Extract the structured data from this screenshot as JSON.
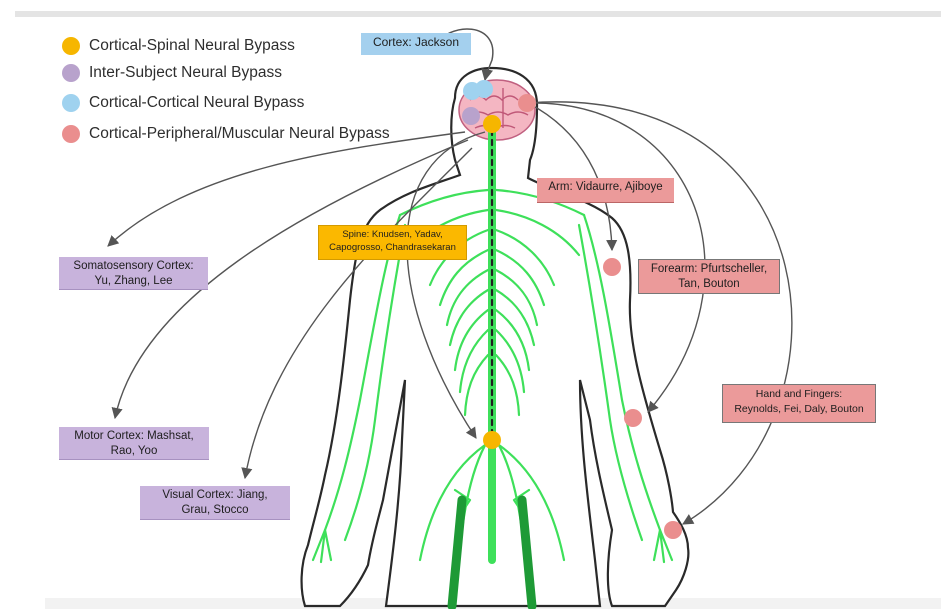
{
  "legend": [
    {
      "label": "Cortical-Spinal Neural Bypass",
      "color": "#f6b600"
    },
    {
      "label": "Inter-Subject Neural Bypass",
      "color": "#b8a2cc"
    },
    {
      "label": "Cortical-Cortical Neural Bypass",
      "color": "#9fd2ef"
    },
    {
      "label": "Cortical-Peripheral/Muscular Neural Bypass",
      "color": "#ea8e8e"
    }
  ],
  "labels": {
    "cortex": "Cortex: Jackson",
    "somatosensory": {
      "line1": "Somatosensory Cortex:",
      "line2": "Yu, Zhang, Lee"
    },
    "motor": {
      "line1": "Motor Cortex: Mashsat,",
      "line2": "Rao, Yoo"
    },
    "visual": {
      "line1": "Visual Cortex: Jiang,",
      "line2": "Grau, Stocco"
    },
    "spine": {
      "line1": "Spine: Knudsen, Yadav,",
      "line2": "Capogrosso, Chandrasekaran"
    },
    "arm": "Arm: Vidaurre, Ajiboye",
    "forearm": {
      "line1": "Forearm: Pfurtscheller,",
      "line2": "Tan, Bouton"
    },
    "hand": {
      "line1": "Hand and Fingers:",
      "line2": "Reynolds, Fei, Daly, Bouton"
    }
  },
  "colors": {
    "nerve": "#3ee05a",
    "outline": "#2a2a2a",
    "brain": "#f2b3c0",
    "arrow": "#5a5a5a"
  },
  "icons": [
    "brain-icon",
    "spinal-cord-icon",
    "nerve-network-icon"
  ]
}
